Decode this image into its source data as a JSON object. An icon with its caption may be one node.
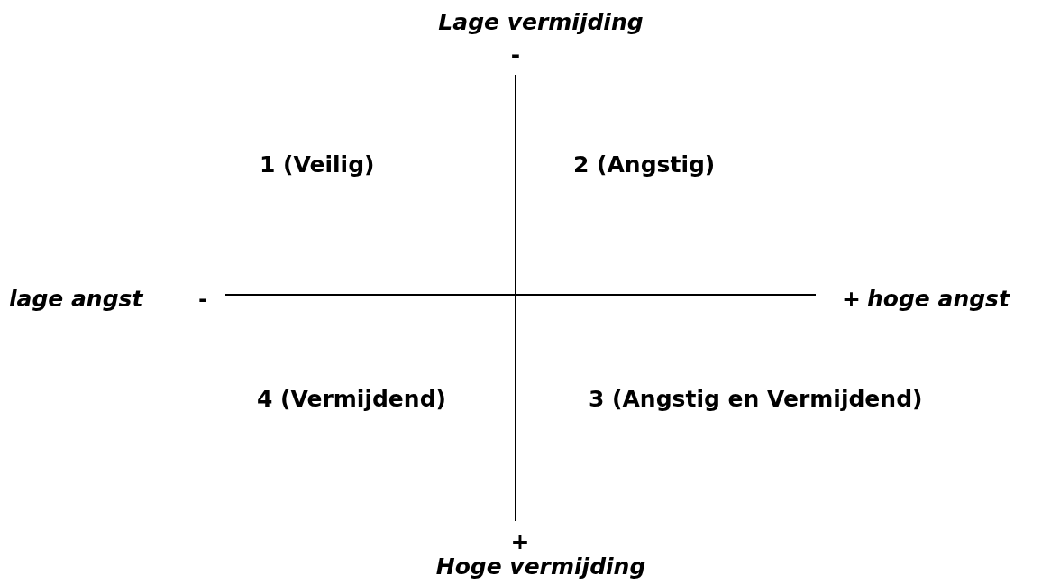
{
  "diagram": {
    "labels": [
      "Lage vermijding",
      "-",
      "1 (Veilig)",
      "2 (Angstig)",
      "lage angst",
      "-",
      "+",
      "hoge angst",
      "4 (Vermijdend)",
      "3 (Angstig en Vermijdend)",
      "+",
      "Hoge vermijding"
    ]
  }
}
